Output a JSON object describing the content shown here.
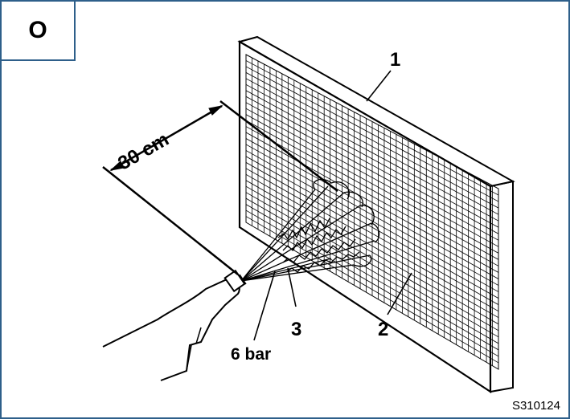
{
  "panel_letter": "O",
  "callouts": {
    "distance": "30 cm",
    "pressure": "6 bar",
    "num_1": "1",
    "num_2": "2",
    "num_3": "3"
  },
  "figure_code": "S310124",
  "colors": {
    "frame_border": "#2e5f8a",
    "ink": "#000000"
  }
}
